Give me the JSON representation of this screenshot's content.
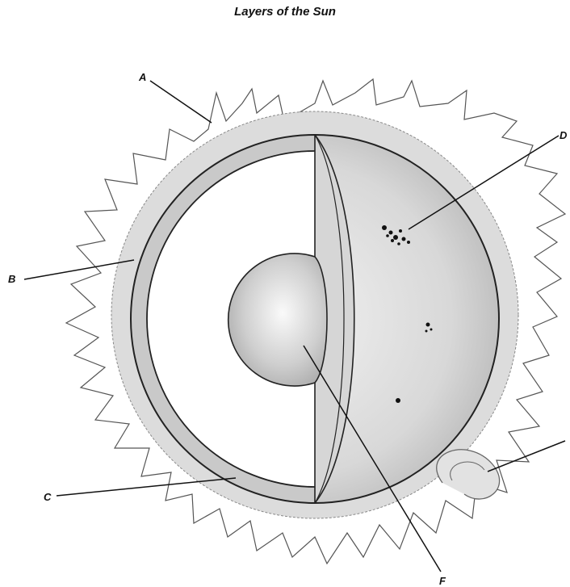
{
  "title": "Layers of the Sun",
  "labels": {
    "a": "A",
    "b": "B",
    "c": "C",
    "d": "D",
    "f": "F"
  }
}
